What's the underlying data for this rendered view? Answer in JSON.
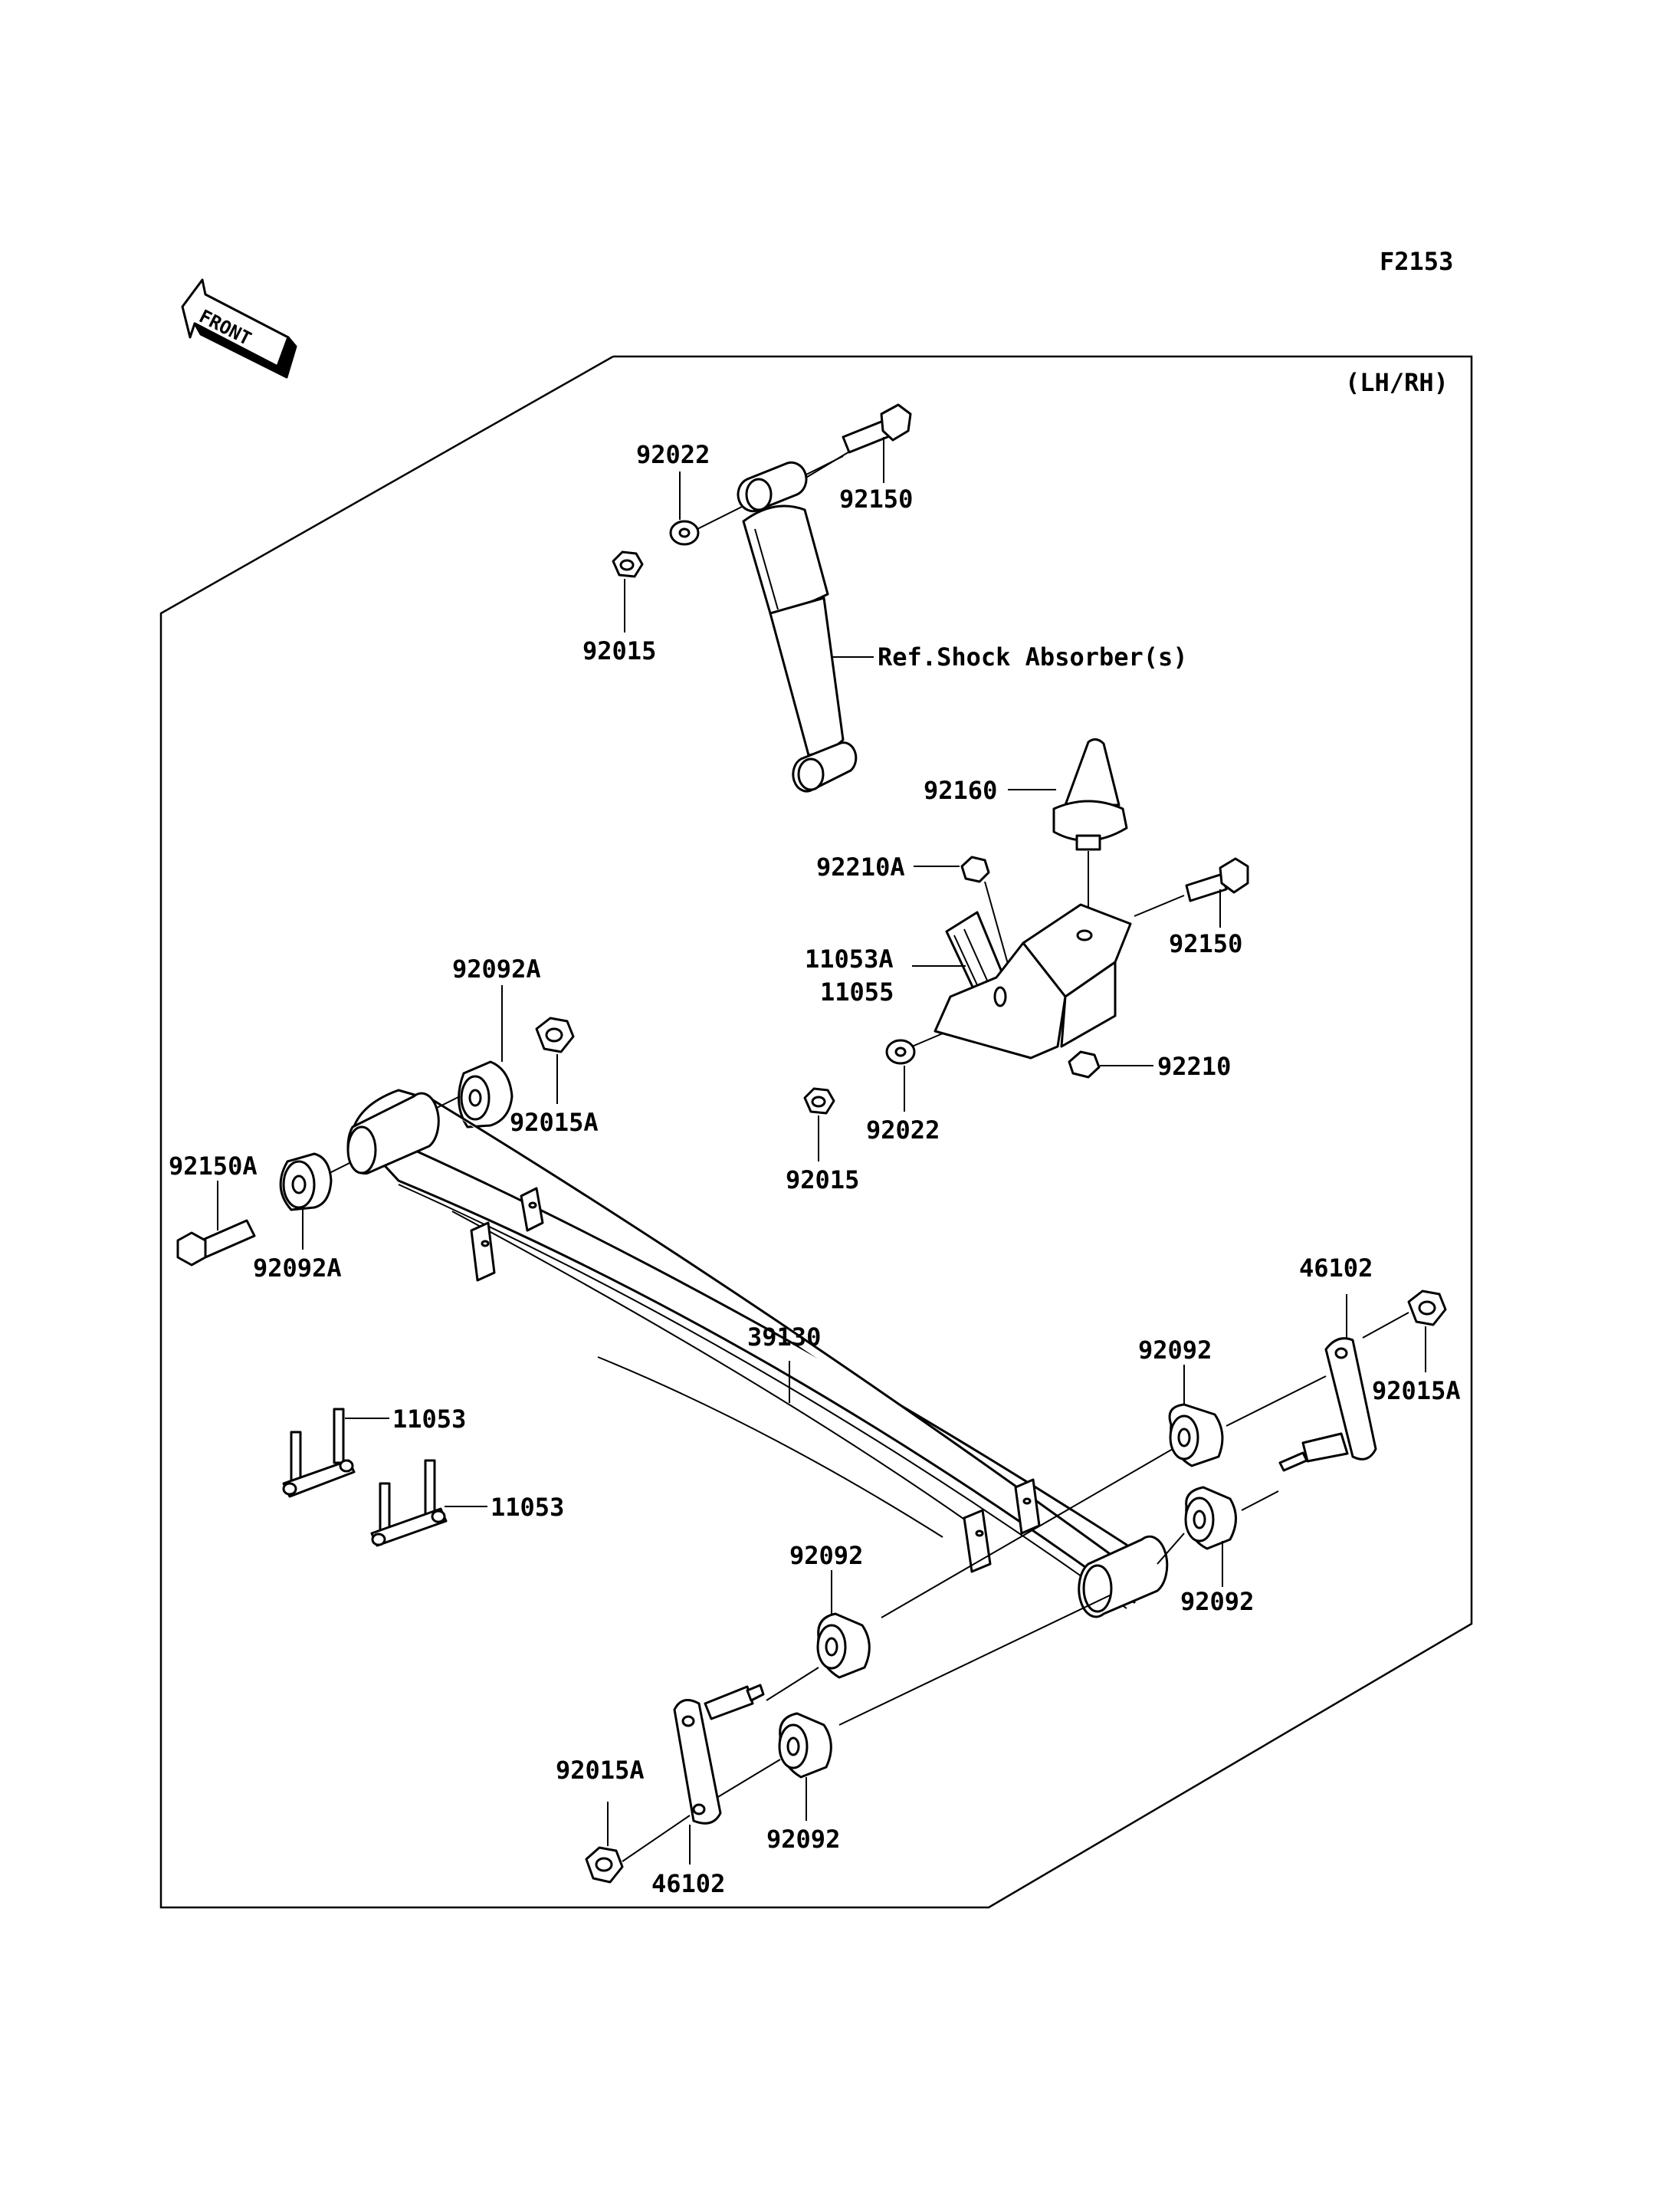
{
  "figure_code": "F2153",
  "side_note": "(LH/RH)",
  "front_label": "FRONT",
  "labels": {
    "washer_upper": "92022",
    "nut_upper": "92015",
    "bolt_upper": "92150",
    "shock_ref": "Ref.Shock Absorber(s)",
    "bump_stop": "92160",
    "nut_flange_small": "92210A",
    "bracket_a": "11053A",
    "bracket_b": "11055",
    "bolt_bracket": "92150",
    "nut_bracket": "92210",
    "washer_bracket": "92022",
    "nut_bracket_left": "92015",
    "bushing_front_top": "92092A",
    "nut_front": "92015A",
    "bolt_front": "92150A",
    "bushing_front_bottom": "92092A",
    "leaf_spring": "39130",
    "ubolt_1": "11053",
    "ubolt_2": "11053",
    "shackle_right": "46102",
    "nut_rear_right": "92015A",
    "bushing_rear_1": "92092",
    "bushing_rear_2": "92092",
    "bushing_rear_3": "92092",
    "bushing_rear_4": "92092",
    "nut_rear_left": "92015A",
    "shackle_left": "46102"
  }
}
